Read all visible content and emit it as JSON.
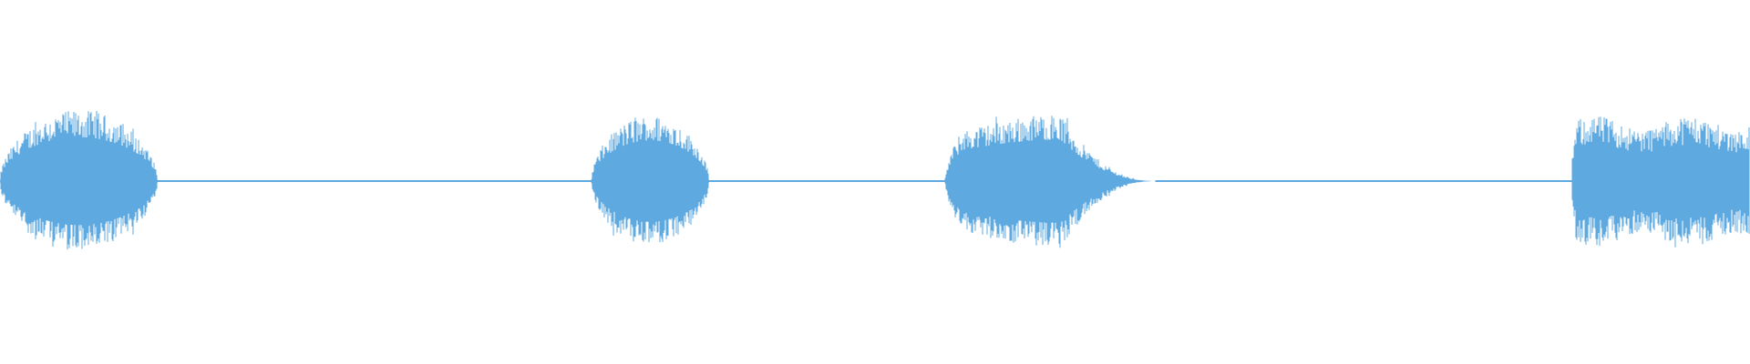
{
  "waveform": {
    "color": "#5ea9e0",
    "background": "#ffffff",
    "baseline_amplitude": 0.01,
    "bursts": [
      {
        "start": 0.0,
        "end": 0.09,
        "peak_amplitude": 0.95,
        "envelope": "rounded"
      },
      {
        "start": 0.338,
        "end": 0.405,
        "peak_amplitude": 0.88,
        "envelope": "rounded"
      },
      {
        "start": 0.54,
        "end": 0.66,
        "peak_amplitude": 0.9,
        "envelope": "long-tail"
      },
      {
        "start": 0.898,
        "end": 1.0,
        "peak_amplitude": 0.93,
        "envelope": "plateau"
      }
    ]
  }
}
